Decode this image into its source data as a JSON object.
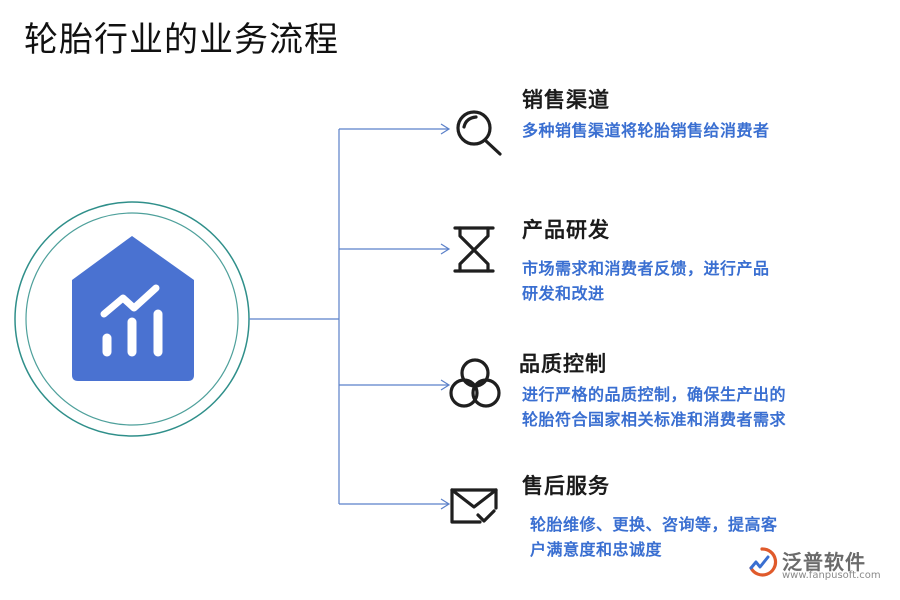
{
  "title": "轮胎行业的业务流程",
  "hub_icon": "house-chart-icon",
  "items": [
    {
      "heading": "销售渠道",
      "desc_lines": [
        "多种销售渠道将轮胎销售给消费者"
      ],
      "icon": "search-icon"
    },
    {
      "heading": "产品研发",
      "desc_lines": [
        "市场需求和消费者反馈，进行产品",
        "研发和改进"
      ],
      "icon": "hourglass-icon"
    },
    {
      "heading": "品质控制",
      "desc_lines": [
        "进行严格的品质控制，确保生产出的",
        "轮胎符合国家相关标准和消费者需求"
      ],
      "icon": "circles-icon"
    },
    {
      "heading": "售后服务",
      "desc_lines": [
        "轮胎维修、更换、咨询等，提高客",
        "户满意度和忠诚度"
      ],
      "icon": "mail-check-icon"
    }
  ],
  "logo": {
    "name": "泛普软件",
    "url": "www.fanpusoft.com"
  },
  "colors": {
    "connector": "#5b80c9",
    "hub_fill": "#4a72d1",
    "ring": "#2f8f8a",
    "desc": "#3a6fd1"
  }
}
